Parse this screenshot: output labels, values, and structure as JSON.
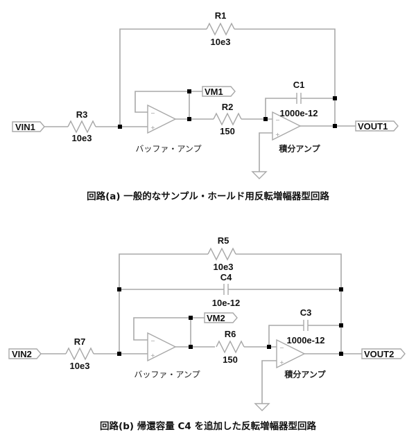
{
  "circuit_a": {
    "caption": "回路(a) 一般的なサンプル・ホールド用反転増幅器型回路",
    "ports": {
      "input": "VIN1",
      "monitor": "VM1",
      "output": "VOUT1"
    },
    "components": {
      "r_in": {
        "name": "R3",
        "value": "10e3"
      },
      "r_fb": {
        "name": "R1",
        "value": "10e3"
      },
      "r_int": {
        "name": "R2",
        "value": "150"
      },
      "c_int": {
        "name": "C1",
        "value": "1000e-12"
      }
    },
    "amp_labels": {
      "buffer": "バッファ・アンプ",
      "integrator": "積分アンプ"
    }
  },
  "circuit_b": {
    "caption": "回路(b) 帰還容量 C4 を追加した反転増幅器型回路",
    "ports": {
      "input": "VIN2",
      "monitor": "VM2",
      "output": "VOUT2"
    },
    "components": {
      "r_in": {
        "name": "R7",
        "value": "10e3"
      },
      "r_fb": {
        "name": "R5",
        "value": "10e3"
      },
      "c_fb": {
        "name": "C4",
        "value": "10e-12"
      },
      "r_int": {
        "name": "R6",
        "value": "150"
      },
      "c_int": {
        "name": "C3",
        "value": "1000e-12"
      }
    },
    "amp_labels": {
      "buffer": "バッファ・アンプ",
      "integrator": "積分アンプ"
    }
  },
  "opamp_signs": {
    "minus": "−",
    "plus": "+"
  }
}
